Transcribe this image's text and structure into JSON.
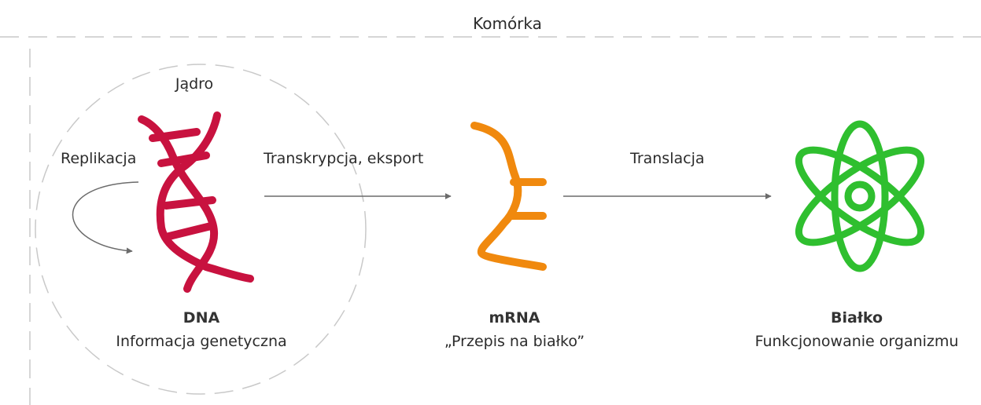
{
  "diagram": {
    "cell_label": "Komórka",
    "nucleus_label": "Jądro",
    "process": {
      "replication": "Replikacja",
      "transcription": "Transkrypcja, eksport",
      "translation": "Translacja"
    },
    "nodes": {
      "dna": {
        "title": "DNA",
        "subtitle": "Informacja genetyczna"
      },
      "mrna": {
        "title": "mRNA",
        "subtitle": "„Przepis na białko”"
      },
      "protein": {
        "title": "Białko",
        "subtitle": "Funkcjonowanie organizmu"
      }
    },
    "colors": {
      "dna": "#c8123f",
      "mrna": "#f0890e",
      "protein": "#2fbf2f",
      "arrow": "#6b6b6b",
      "dash": "#c9c9c9"
    }
  }
}
